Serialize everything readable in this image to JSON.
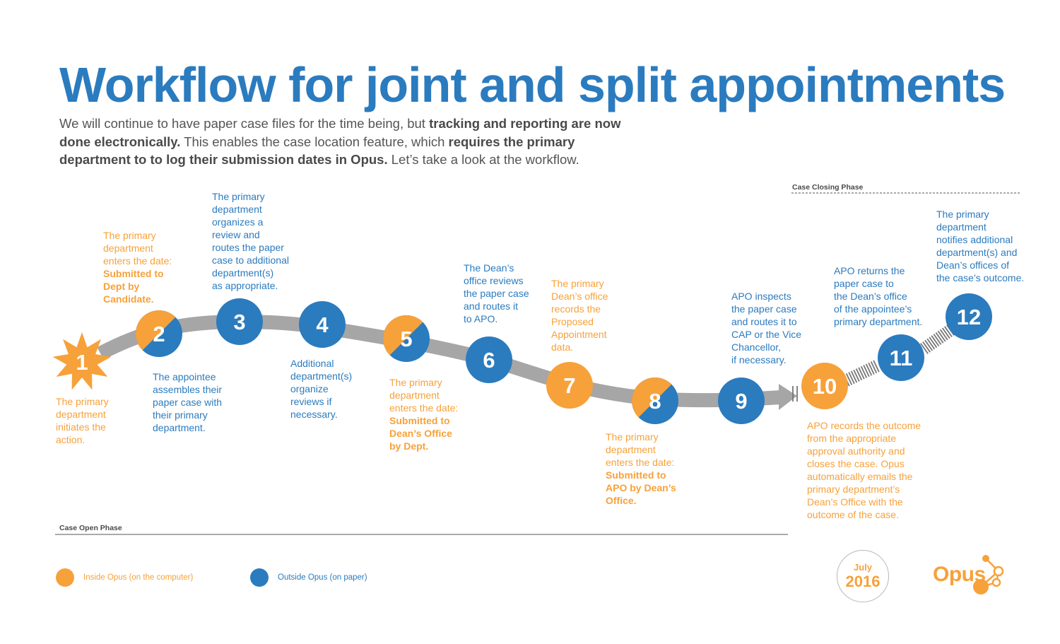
{
  "title": "Workflow for joint and split appointments",
  "intro": {
    "t1": "We will continue to have paper case files for the time being, but ",
    "b1": "tracking and reporting are now done electronically.",
    "t2": " This enables the case location feature, which ",
    "b2": "requires the primary department to to log their submission dates in Opus.",
    "t3": " Let’s take a look at the workflow."
  },
  "phases": {
    "closing": "Case Closing Phase",
    "open": "Case Open Phase"
  },
  "colors": {
    "inside": "#f7a13a",
    "outside": "#2b7bbf",
    "path": "#a6a6a6"
  },
  "steps": [
    {
      "num": "1",
      "kind": "inside",
      "shape": "star",
      "lines": [
        "The primary",
        "department",
        "initiates the",
        "action."
      ],
      "emph": []
    },
    {
      "num": "2",
      "kind": "split",
      "shape": "circle",
      "lines": [
        "The primary",
        "department",
        "enters the date:"
      ],
      "emph": [
        "Submitted to",
        "Dept by",
        "Candidate."
      ]
    },
    {
      "num": "3",
      "kind": "outside",
      "shape": "circle",
      "lines": [
        "The primary",
        "department",
        "organizes a",
        "review and",
        "routes the paper",
        "case to additional",
        "department(s)",
        "as appropriate."
      ],
      "emph": []
    },
    {
      "num": "4",
      "kind": "outside",
      "shape": "circle",
      "lines": [
        "Additional",
        "department(s)",
        "organize",
        "reviews if",
        "necessary."
      ],
      "emph": []
    },
    {
      "num": "5",
      "kind": "split",
      "shape": "circle",
      "lines": [
        "The primary",
        "department",
        "enters the date:"
      ],
      "emph": [
        "Submitted to",
        "Dean’s Office",
        "by Dept."
      ]
    },
    {
      "num": "6",
      "kind": "outside",
      "shape": "circle",
      "lines": [
        "The Dean’s",
        "office reviews",
        "the paper case",
        "and routes it",
        "to APO."
      ],
      "emph": []
    },
    {
      "num": "7",
      "kind": "inside",
      "shape": "circle",
      "lines": [
        "The primary",
        "Dean’s office",
        "records the",
        "Proposed",
        "Appointment",
        "data."
      ],
      "emph": []
    },
    {
      "num": "8",
      "kind": "split",
      "shape": "circle",
      "lines": [
        "The primary",
        "department",
        "enters the date:"
      ],
      "emph": [
        "Submitted to",
        "APO by Dean’s",
        "Office."
      ]
    },
    {
      "num": "9",
      "kind": "outside",
      "shape": "circle",
      "lines": [
        "APO inspects",
        "the paper case",
        "and routes it to",
        "CAP or the Vice",
        "Chancellor,",
        "if necessary."
      ],
      "emph": []
    },
    {
      "num": "10",
      "kind": "inside",
      "shape": "circle",
      "lines": [
        "APO records the outcome",
        "from the appropriate",
        "approval authority and",
        "closes the case. Opus",
        "automatically emails the",
        "primary department’s",
        "Dean’s Office with the",
        "outcome of the case."
      ],
      "emph": []
    },
    {
      "num": "11",
      "kind": "outside",
      "shape": "circle",
      "lines": [
        "APO returns the",
        "paper case to",
        "the Dean’s office",
        "of the appointee’s",
        "primary department."
      ],
      "emph": []
    },
    {
      "num": "12",
      "kind": "outside",
      "shape": "circle",
      "lines": [
        "The primary",
        "department",
        "notifies additional",
        "department(s) and",
        "Dean’s offices of",
        "the case’s outcome."
      ],
      "emph": []
    }
  ],
  "extra_notes": [
    {
      "kind": "outside",
      "lines": [
        "The appointee",
        "assembles their",
        "paper case with",
        "their primary",
        "department."
      ]
    }
  ],
  "legend": {
    "inside": "Inside Opus (on the computer)",
    "outside": "Outside Opus (on paper)"
  },
  "date": {
    "month": "July",
    "year": "2016"
  },
  "logo": "Opus"
}
